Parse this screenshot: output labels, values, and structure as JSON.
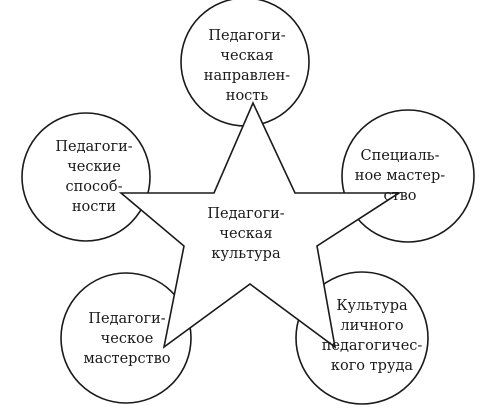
{
  "diagram": {
    "center": {
      "lines": [
        "Педагоги-",
        "ческая",
        "культура"
      ]
    },
    "nodes": [
      {
        "id": "direction",
        "lines": [
          "Педагоги-",
          "ческая",
          "направлен-",
          "ность"
        ]
      },
      {
        "id": "special",
        "lines": [
          "Специаль-",
          "ное мастер-",
          "ство"
        ]
      },
      {
        "id": "labor",
        "lines": [
          "Культура",
          "личного",
          "педагогичес-",
          "кого труда"
        ]
      },
      {
        "id": "mastery",
        "lines": [
          "Педагоги-",
          "ческое",
          "мастерство"
        ]
      },
      {
        "id": "abilities",
        "lines": [
          "Педагоги-",
          "ческие",
          "способ-",
          "ности"
        ]
      }
    ]
  }
}
